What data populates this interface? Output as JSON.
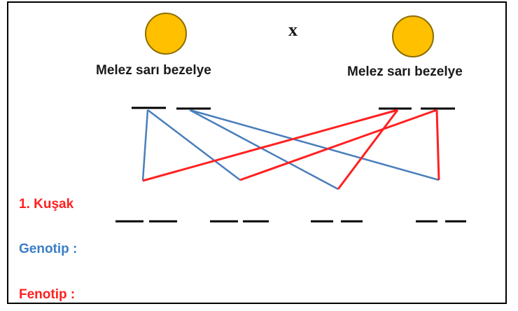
{
  "cross_symbol": "x",
  "parents": [
    {
      "label": "Melez sarı bezelye"
    },
    {
      "label": "Melez sarı bezelye"
    }
  ],
  "rows": {
    "generation": "1. Kuşak",
    "genotype": "Genotip :",
    "phenotype": "Fenotip :"
  },
  "colors": {
    "pea_fill": "#ffc000",
    "blue_line": "#4a7ebb",
    "red_line": "#ff2020",
    "generation_text": "#ff2020",
    "genotype_text": "#3b7dc9",
    "phenotype_text": "#ff2020"
  }
}
